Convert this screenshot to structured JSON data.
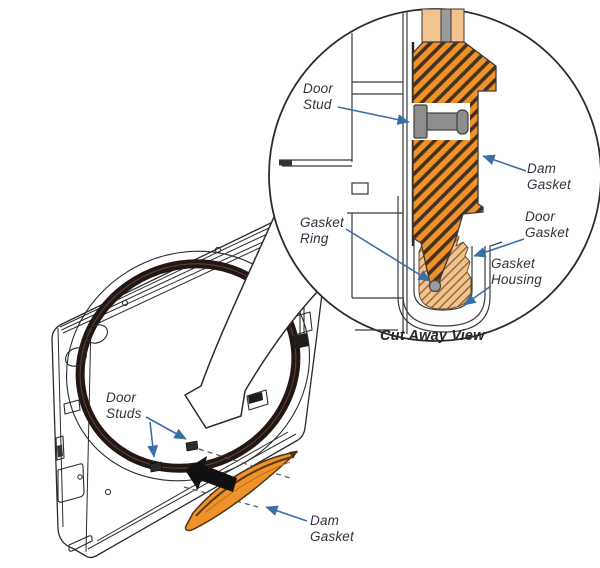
{
  "diagram": {
    "caption": "Cut Away View",
    "labels": {
      "door_stud": {
        "line1": "Door",
        "line2": "Stud"
      },
      "dam_gasket_cut": {
        "line1": "Dam",
        "line2": "Gasket"
      },
      "gasket_ring": {
        "line1": "Gasket",
        "line2": "Ring"
      },
      "door_gasket": {
        "line1": "Door",
        "line2": "Gasket"
      },
      "gasket_housing": {
        "line1": "Gasket",
        "line2": "Housing"
      },
      "door_studs": {
        "line1": "Door",
        "line2": "Studs"
      },
      "dam_gasket_main": {
        "line1": "Dam",
        "line2": "Gasket"
      }
    },
    "colors": {
      "dam_gasket_orange": "#F0922A",
      "panel_peach": "#F2C38F",
      "stud_gray": "#8D8D8D",
      "leader_blue": "#3A6FA5",
      "line_dark": "#2B2B2B",
      "text_dark": "#33323C"
    },
    "icons": {
      "callout_arrow": "large-outline-arrow",
      "insertion_arrow": "solid-black-arrow",
      "leader_arrowhead": "blue-triangle-arrowhead"
    }
  }
}
